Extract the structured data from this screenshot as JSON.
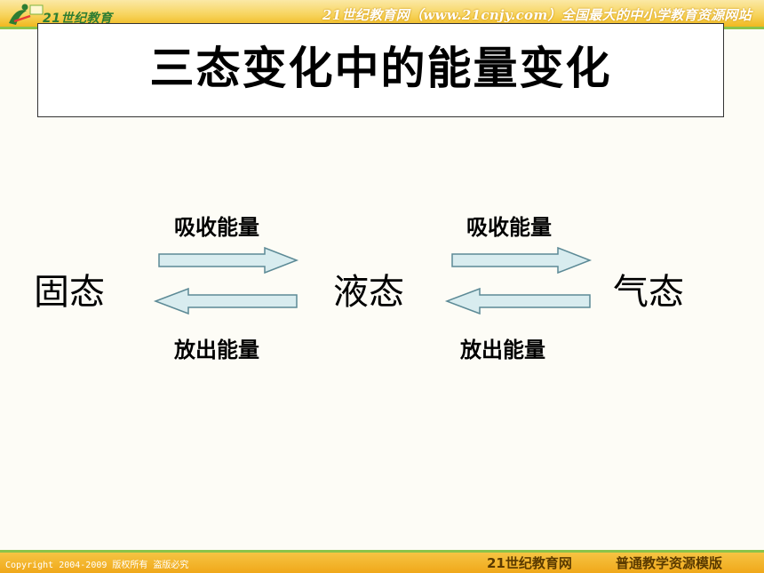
{
  "header": {
    "logo_text": "21世纪教育",
    "slogan": "21世纪教育网（www.21cnjy.com）全国最大的中小学教育资源网站"
  },
  "slide": {
    "title": "三态变化中的能量变化"
  },
  "diagram": {
    "states": [
      "固态",
      "液态",
      "气态"
    ],
    "transitions": [
      {
        "label_absorb": "吸收能量",
        "label_release": "放出能量"
      },
      {
        "label_absorb": "吸收能量",
        "label_release": "放出能量"
      }
    ],
    "arrow_fill": "#d8ecef",
    "arrow_stroke": "#5c8a96"
  },
  "footer": {
    "copyright": "Copyright 2004-2009 版权所有 盗版必究",
    "brand": "21世纪教育网",
    "template": "普通教学资源模版"
  }
}
